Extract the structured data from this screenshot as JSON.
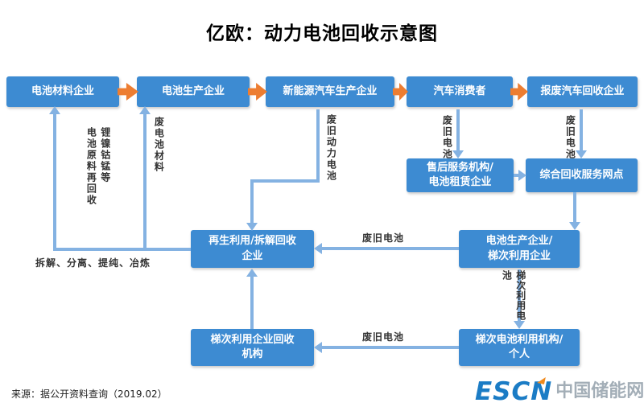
{
  "title": "亿欧：动力电池回收示意图",
  "colors": {
    "node_blue": "#3D8BD2",
    "flow_arrow_orange": "#ED7D31",
    "connector_blue": "#84B2E2",
    "logo_blue": "#1B7CC5",
    "logo_orange": "#F08A1D"
  },
  "nodes": {
    "battery_material": "电池材料企业",
    "battery_producer": "电池生产企业",
    "nev_manufacturer": "新能源汽车生产企业",
    "car_consumer": "汽车消费者",
    "scrap_car_recycler": "报废汽车回收企业",
    "after_sales_leasing": "售后服务机构/\n电池租赁企业",
    "recycle_service_network": "综合回收服务网点",
    "regeneration_dismantle": "再生利用/拆解回收\n企业",
    "producer_echelon": "电池生产企业/\n梯次利用企业",
    "echelon_recycle_agency": "梯次利用企业回收\n机构",
    "echelon_battery_user": "梯次电池利用机构/\n个人"
  },
  "edges": {
    "li_ni_co_mn_recycle": "锂镍钴锰等\n电池原料再回收",
    "waste_battery_material": "废电池材料",
    "dismantle_process": "拆解、分离、提纯、冶炼",
    "waste_power_battery": "废旧动力电池",
    "waste_battery_consumer": "废旧电池",
    "waste_battery_scrap": "废旧电池",
    "waste_battery_mid": "废旧电池",
    "echelon_use_battery": "梯次利用电池",
    "waste_battery_bottom": "废旧电池"
  },
  "footer": {
    "source": "来源：据公开资料查询（2019.02）",
    "logo_main": "ESCN",
    "logo_sub": "中国储能网"
  }
}
